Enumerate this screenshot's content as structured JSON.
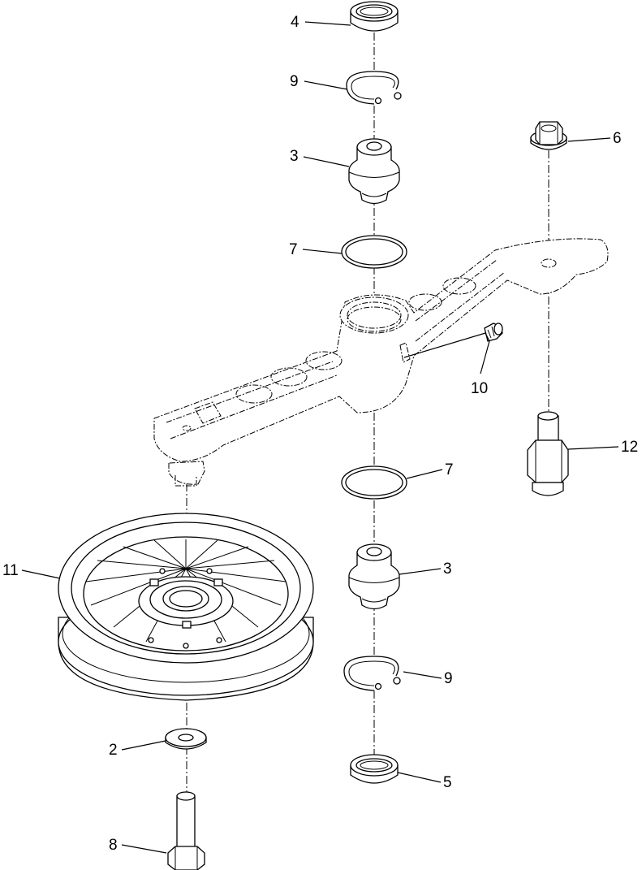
{
  "diagram": {
    "callouts": [
      {
        "id": "c4",
        "label": "4"
      },
      {
        "id": "c9a",
        "label": "9"
      },
      {
        "id": "c3a",
        "label": "3"
      },
      {
        "id": "c6",
        "label": "6"
      },
      {
        "id": "c7a",
        "label": "7"
      },
      {
        "id": "c10",
        "label": "10"
      },
      {
        "id": "c12",
        "label": "12"
      },
      {
        "id": "c7b",
        "label": "7"
      },
      {
        "id": "c11",
        "label": "11"
      },
      {
        "id": "c3b",
        "label": "3"
      },
      {
        "id": "c9b",
        "label": "9"
      },
      {
        "id": "c2",
        "label": "2"
      },
      {
        "id": "c5",
        "label": "5"
      },
      {
        "id": "c8",
        "label": "8"
      }
    ]
  }
}
